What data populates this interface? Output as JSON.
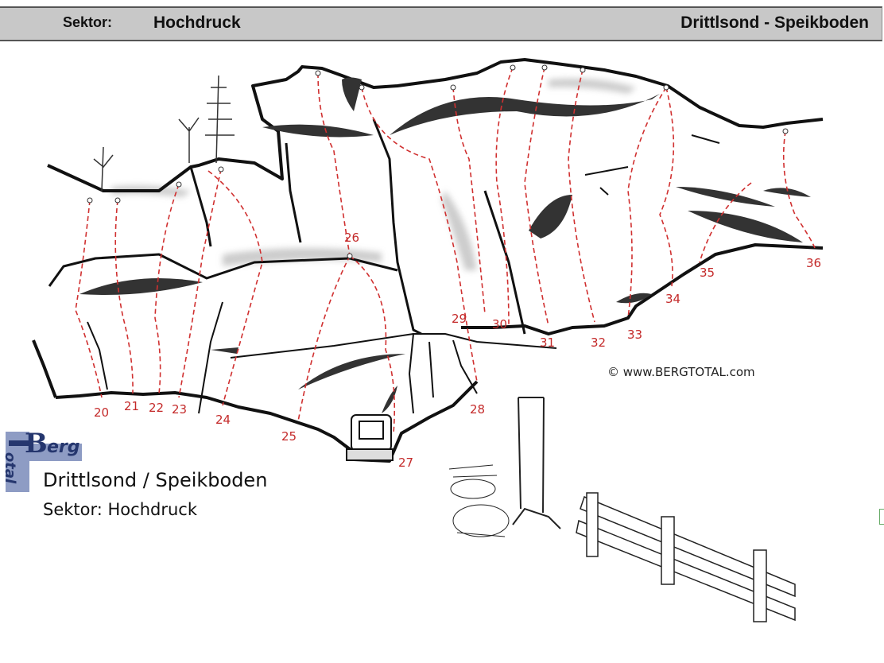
{
  "header": {
    "sector_label": "Sektor:",
    "sector_name": "Hochdruck",
    "area_name": "Drittlsond - Speikboden"
  },
  "topo": {
    "route_color": "#c42a2a",
    "routes": [
      {
        "number": "20"
      },
      {
        "number": "21"
      },
      {
        "number": "22"
      },
      {
        "number": "23"
      },
      {
        "number": "24"
      },
      {
        "number": "25"
      },
      {
        "number": "26"
      },
      {
        "number": "27"
      },
      {
        "number": "28"
      },
      {
        "number": "29"
      },
      {
        "number": "30"
      },
      {
        "number": "31"
      },
      {
        "number": "32"
      },
      {
        "number": "33"
      },
      {
        "number": "34"
      },
      {
        "number": "35"
      },
      {
        "number": "36"
      }
    ],
    "copyright": "© www.BERGTOTAL.com"
  },
  "logo": {
    "text_b": "B",
    "text_erg": "erg",
    "text_total": "otal"
  },
  "caption": {
    "title": "Drittlsond / Speikboden",
    "sector": "Sektor: Hochdruck"
  }
}
